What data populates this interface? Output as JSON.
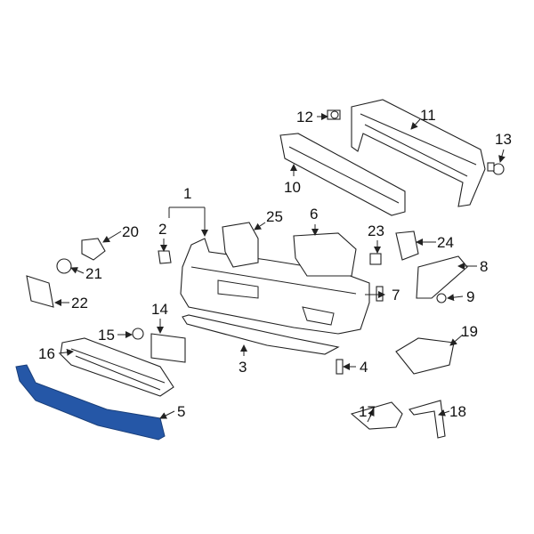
{
  "diagram": {
    "highlight_color": "#2557a7",
    "highlighted_part": "5",
    "callouts": [
      "1",
      "2",
      "3",
      "4",
      "5",
      "6",
      "7",
      "8",
      "9",
      "10",
      "11",
      "12",
      "13",
      "14",
      "15",
      "16",
      "17",
      "18",
      "19",
      "20",
      "21",
      "22",
      "23",
      "24",
      "25"
    ]
  }
}
